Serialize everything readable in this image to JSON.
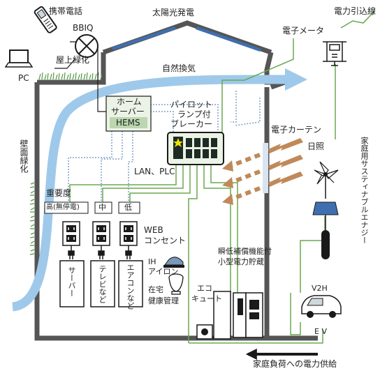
{
  "labels": {
    "mobile_phone": "携帯電話",
    "bbiq": "BBIQ",
    "pc": "PC",
    "rooftop_greening": "屋上緑化",
    "solar_power": "太陽光発電",
    "power_lead_in": "電力引込線",
    "electronic_meter": "電子メータ",
    "natural_ventilation": "自然換気",
    "wall_greening": "壁面緑化",
    "home_server_1": "ホーム",
    "home_server_2": "サーバー",
    "hems": "HEMS",
    "breaker_1": "パイロット",
    "breaker_2": "ランプ付",
    "breaker_3": "ブレーカー",
    "electronic_curtain": "電子カーテン",
    "sunlight": "日照",
    "home_sustainable_energy": "家庭用サスティナブルエナジー",
    "lan_plc": "LAN、PLC",
    "importance": "重要度",
    "importance_high": "高(無停電)",
    "importance_mid": "中",
    "importance_low": "低",
    "web_outlet_1": "WEB",
    "web_outlet_2": "コンセント",
    "ih_iron_1": "IH",
    "ih_iron_2": "アイロン",
    "home_health_1": "在宅",
    "home_health_2": "健康管理",
    "server_load": "サーバー",
    "tv_etc": "テレビなど",
    "aircon_etc": "エアコンなど",
    "storage_1": "瞬低補償機能付",
    "storage_2": "小型電力貯蔵",
    "ecocute_1": "エコ",
    "ecocute_2": "キュート",
    "v2h": "V2H",
    "ev": "E V",
    "home_supply": "家庭負荷への電力供給"
  },
  "colors": {
    "house_wall": "#555555",
    "solar_panel": "#3f6fae",
    "ventilation_arrow": "#9fc9ea",
    "power_line": "#6aa84f",
    "data_line": "#7da0c8",
    "sun_arrow": "#c0895a",
    "greenery": "#4f9a3c",
    "hems_box": "#d8e8d2",
    "panel_box": "#eaf3e4",
    "breaker_dark": "#1d2b24",
    "lamp_yellow": "#f2e200",
    "supply_arrow": "#1a1a1a"
  },
  "icons": [
    "phone-icon",
    "pc-icon",
    "router-icon",
    "meter-icon",
    "wind-turbine-icon",
    "solar-module-icon",
    "iron-icon",
    "toilet-icon",
    "ev-car-icon",
    "ecocute-icon",
    "storage-battery-icon",
    "outlet-icon",
    "plug-icon"
  ]
}
